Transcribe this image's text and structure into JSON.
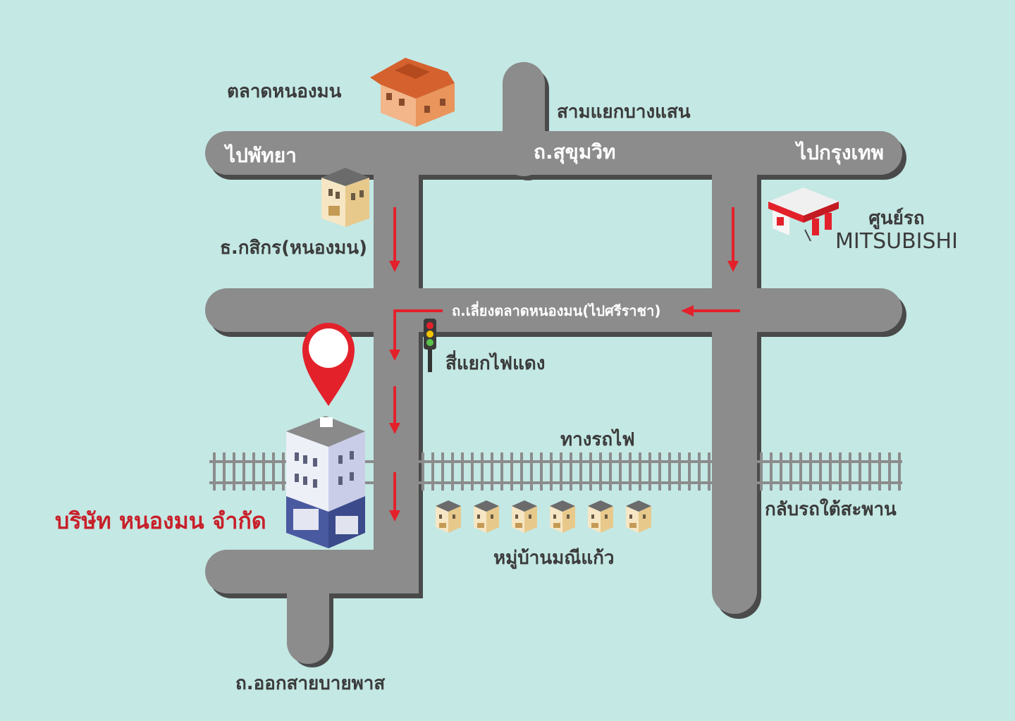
{
  "colors": {
    "background": "#c4e8e4",
    "road": "#8c8c8c",
    "road_shadow": "#4a4a4a",
    "arrow": "#e3212b",
    "pin": "#e3212b",
    "label": "#3b3b3b",
    "company": "#c8202a"
  },
  "roads": {
    "sukhumvit": "ถ.สุขุมวิท",
    "to_pattaya": "ไปพัทยา",
    "to_bangkok": "ไปกรุงเทพ",
    "bypass_road": "ถ.เลี่ยงตลาดหนองมน(ไปศรีราชา)",
    "bypass_exit": "ถ.ออกสายบายพาส"
  },
  "landmarks": {
    "market": "ตลาดหนองมน",
    "intersection": "สามแยกบางแสน",
    "bank": "ธ.กสิกร(หนองมน)",
    "car_center_line1": "ศูนย์รถ",
    "car_center_line2": "MITSUBISHI",
    "traffic_light": "สี่แยกไฟแดง",
    "railway": "ทางรถไฟ",
    "underpass": "กลับรถใต้สะพาน",
    "village": "หมู่บ้านมณีแก้ว",
    "company": "บริษัท หนองมน จำกัด"
  },
  "icons": {
    "market": "market-building-icon",
    "bank": "bank-building-icon",
    "car_center": "gas-station-icon",
    "traffic_light": "traffic-light-icon",
    "company": "office-building-icon",
    "pin": "location-pin-icon",
    "houses": "house-icon"
  }
}
